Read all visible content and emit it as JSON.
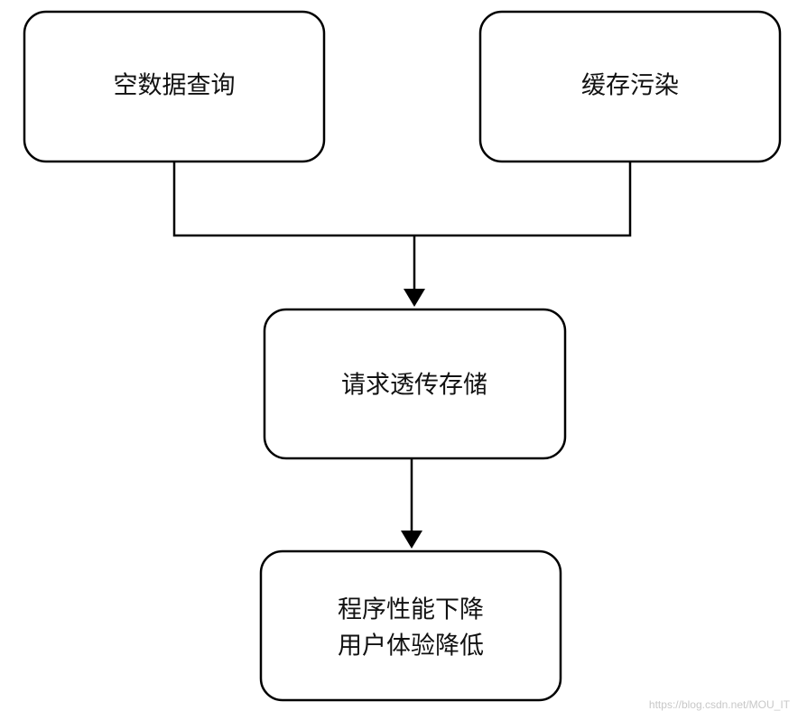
{
  "diagram": {
    "nodes": {
      "empty_query": {
        "label": "空数据查询"
      },
      "cache_pollution": {
        "label": "缓存污染"
      },
      "request_penetration": {
        "label": "请求透传存储"
      },
      "performance_drop": {
        "lines": [
          "程序性能下降",
          "用户体验降低"
        ]
      }
    },
    "edges": [
      {
        "from": "empty_query",
        "to": "request_penetration"
      },
      {
        "from": "cache_pollution",
        "to": "request_penetration"
      },
      {
        "from": "request_penetration",
        "to": "performance_drop"
      }
    ]
  },
  "watermark": "https://blog.csdn.net/MOU_IT"
}
